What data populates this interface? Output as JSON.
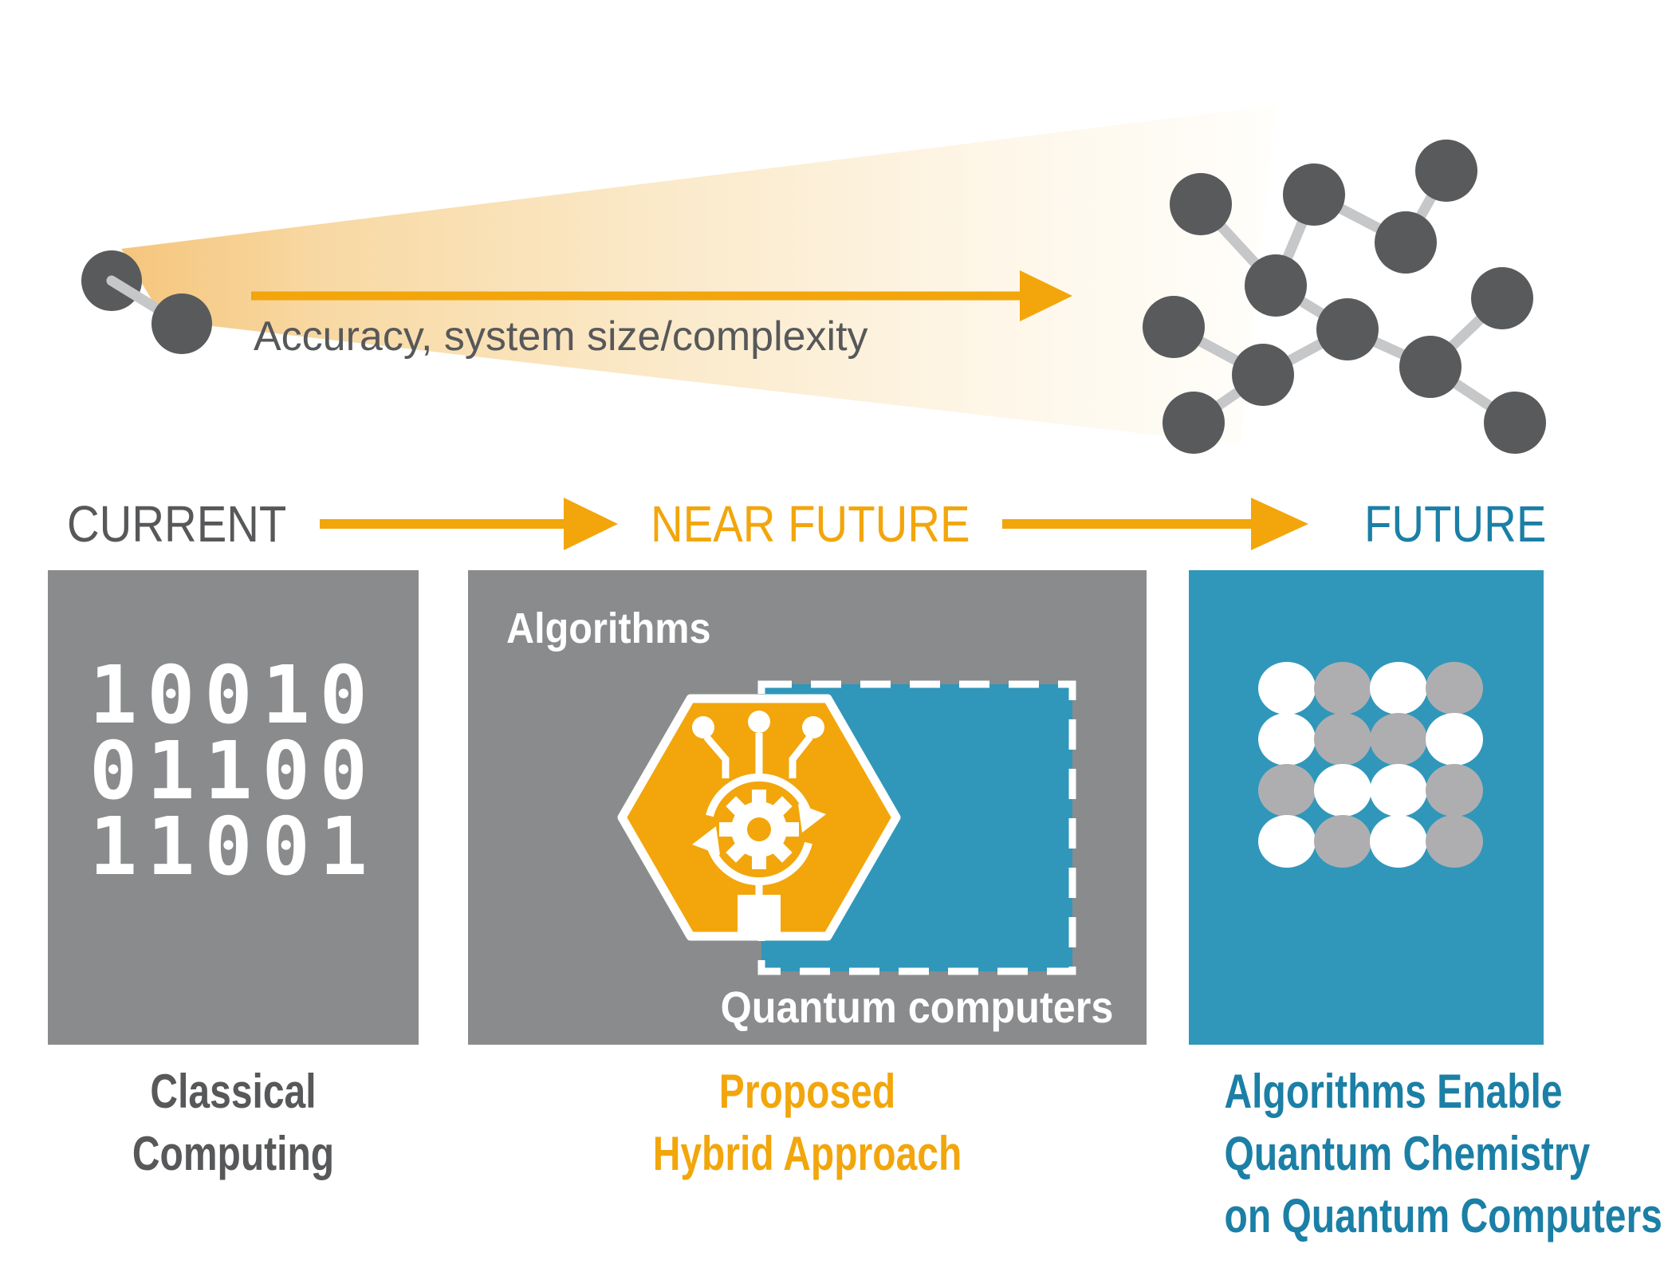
{
  "palette": {
    "orange": "#F2A60C",
    "teal": "#3097BA",
    "teal_dark": "#1B7FA6",
    "panel_gray": "#8A8B8D",
    "text_dark": "#57585A",
    "node_gray": "#595A5C",
    "bond_gray": "#C6C7C9",
    "qubit_gray": "#AEAEB0",
    "cone_start": "#F5C57C",
    "cone_mid1": "#F8D9A4",
    "cone_mid2": "#FBEBCD",
    "cone_mid3": "#FEF8EC",
    "cone_end": "#FFFEFB"
  },
  "top": {
    "arrow_label": "Accuracy, system size/complexity"
  },
  "timeline": {
    "stages": [
      {
        "id": "current",
        "label": "CURRENT"
      },
      {
        "id": "near-future",
        "label": "NEAR FUTURE"
      },
      {
        "id": "future",
        "label": "FUTURE"
      }
    ]
  },
  "panels": {
    "classical": {
      "binary_lines": [
        "10010",
        "01100",
        "11001"
      ],
      "caption_lines": [
        "Classical",
        "Computing"
      ]
    },
    "hybrid": {
      "algorithms_label": "Algorithms",
      "quantum_label": "Quantum computers",
      "caption_lines": [
        "Proposed",
        "Hybrid Approach"
      ]
    },
    "future": {
      "qubit_pattern": [
        [
          "white",
          "gray",
          "white",
          "gray"
        ],
        [
          "white",
          "gray",
          "gray",
          "white"
        ],
        [
          "gray",
          "white",
          "white",
          "gray"
        ],
        [
          "white",
          "gray",
          "white",
          "gray"
        ]
      ],
      "caption_lines": [
        "Algorithms Enable",
        "Quantum Chemistry",
        "on Quantum Computers"
      ]
    }
  }
}
